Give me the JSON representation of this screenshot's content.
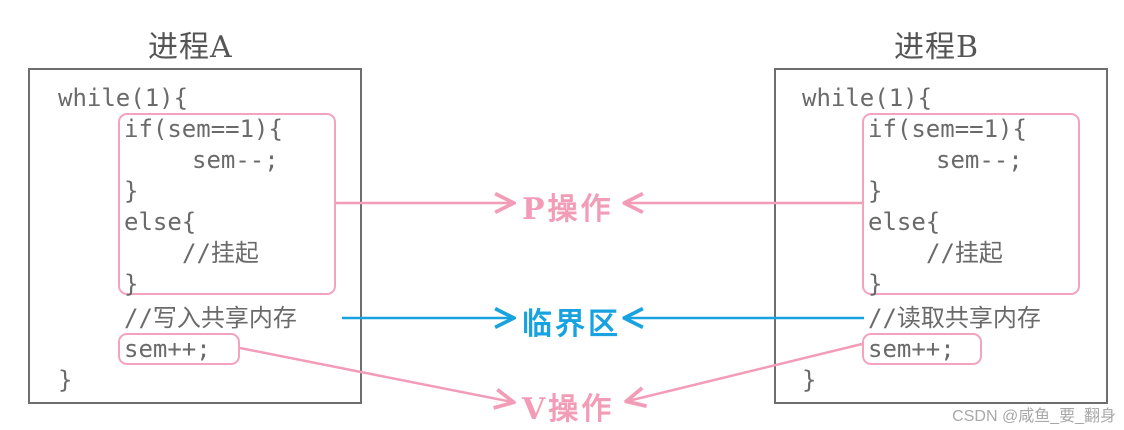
{
  "process_a": {
    "title": "进程A",
    "lines": [
      "while(1){",
      "if(sem==1){",
      "sem--;",
      "}",
      "else{",
      "//挂起",
      "}",
      "//写入共享内存",
      "sem++;",
      "}"
    ]
  },
  "process_b": {
    "title": "进程B",
    "lines": [
      "while(1){",
      "if(sem==1){",
      "sem--;",
      "}",
      "else{",
      "//挂起",
      "}",
      "//读取共享内存",
      "sem++;",
      "}"
    ]
  },
  "labels": {
    "p_op": "P操作",
    "critical": "临界区",
    "v_op": "V操作"
  },
  "colors": {
    "pink": "#f39cb8",
    "blue": "#18a3e0",
    "box_border": "#6e6e6e"
  },
  "watermark": "CSDN @咸鱼_要_翻身"
}
